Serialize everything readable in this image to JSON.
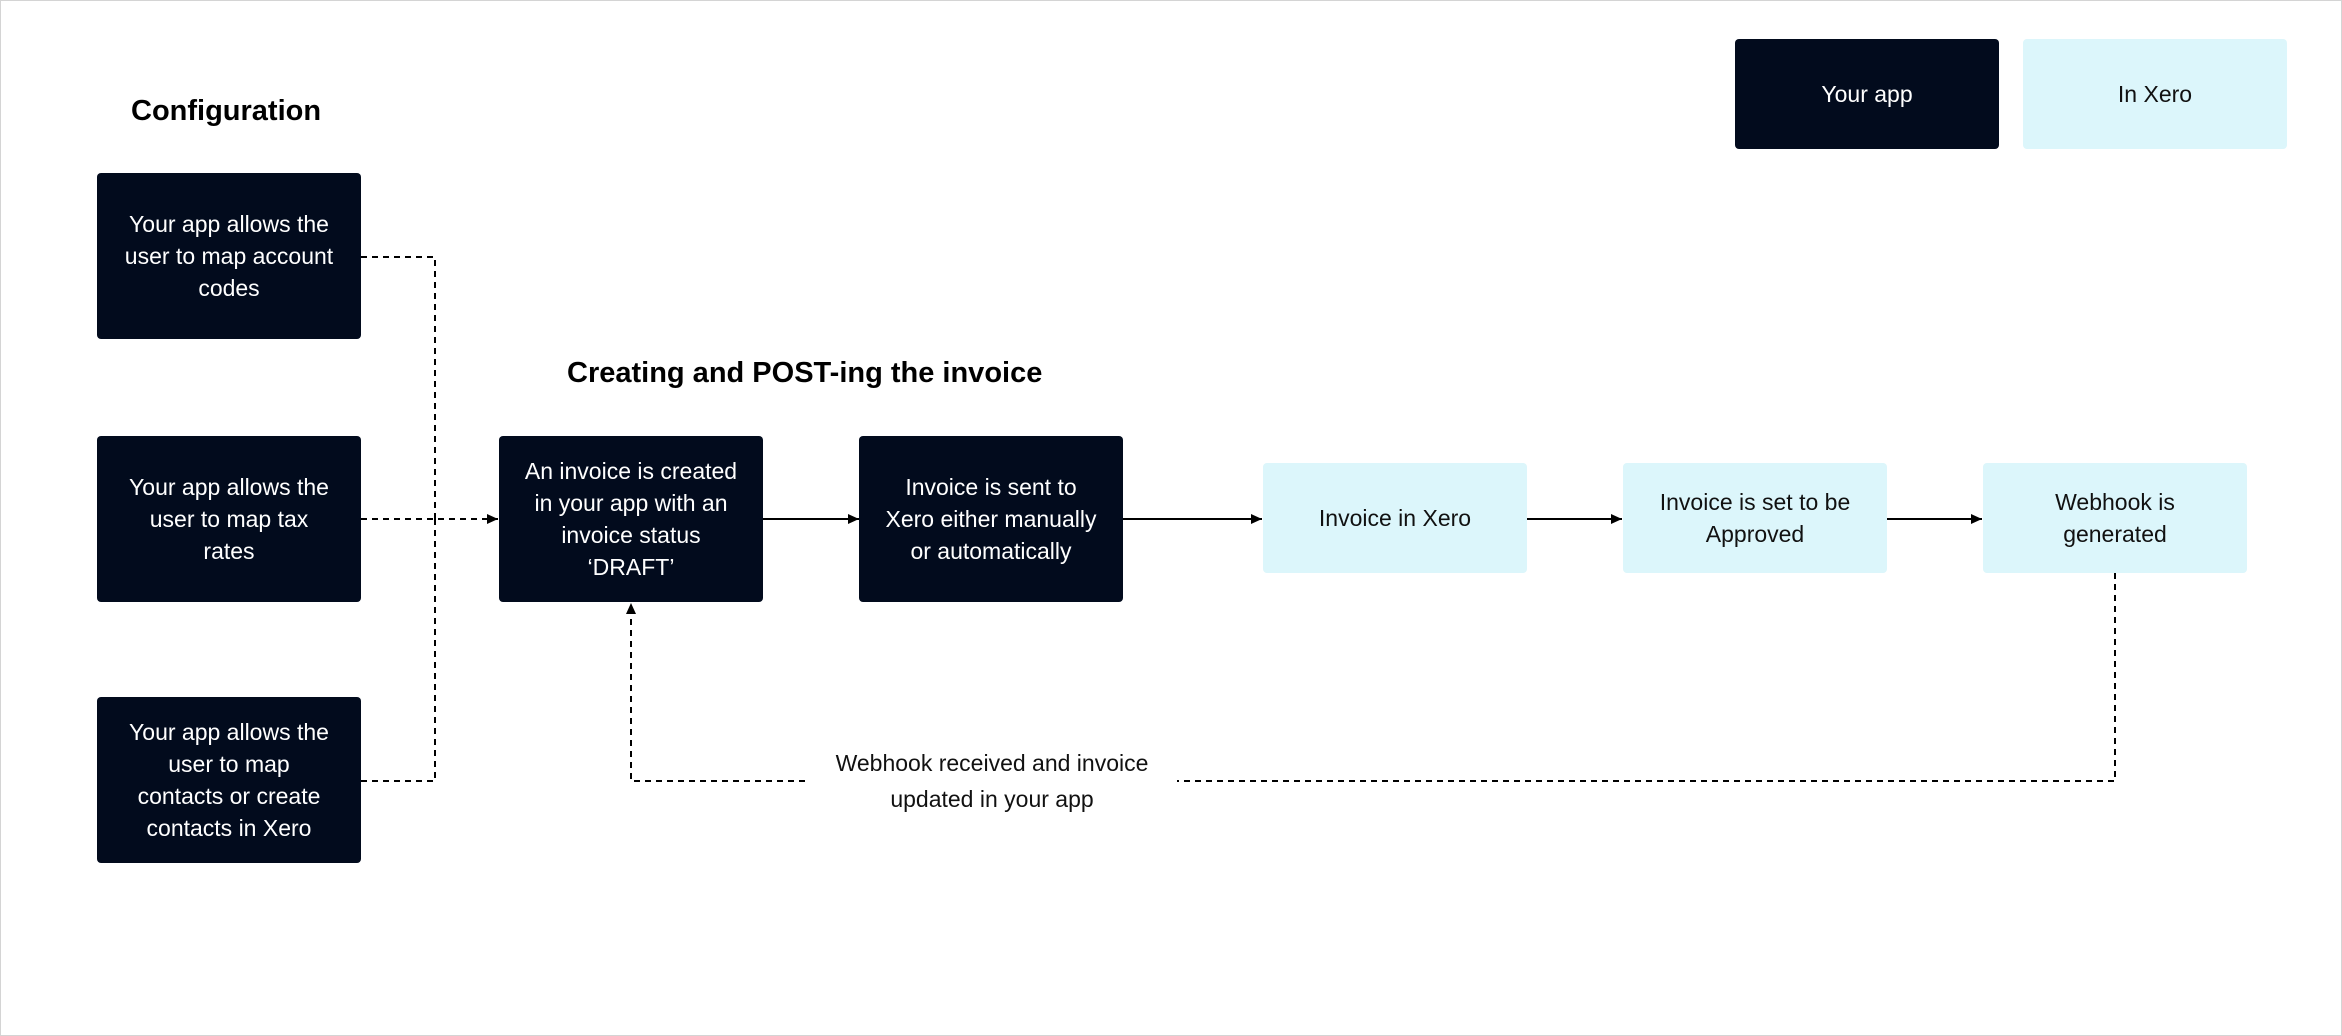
{
  "legend": {
    "your_app": "Your app",
    "in_xero": "In Xero"
  },
  "sections": {
    "configuration": "Configuration",
    "creating": "Creating and POST-ing the invoice"
  },
  "config_steps": {
    "account_codes": "Your app allows the\nuser to map account\ncodes",
    "tax_rates": "Your app allows the\nuser to map tax\nrates",
    "contacts": "Your app allows the\nuser to map\ncontacts or create\ncontacts in Xero"
  },
  "flow_steps": {
    "draft_invoice": "An invoice is created\nin your app with an\ninvoice status\n‘DRAFT’",
    "sent_to_xero": "Invoice is sent to\nXero either manually\nor automatically",
    "invoice_in_xero": "Invoice in Xero",
    "approved": "Invoice is set to be\nApproved",
    "webhook_generated": "Webhook is\ngenerated"
  },
  "feedback": {
    "label": "Webhook received and invoice\nupdated in your app"
  },
  "colors": {
    "your_app": "#020b1d",
    "in_xero": "#dcf6fb",
    "connector": "#000000"
  }
}
